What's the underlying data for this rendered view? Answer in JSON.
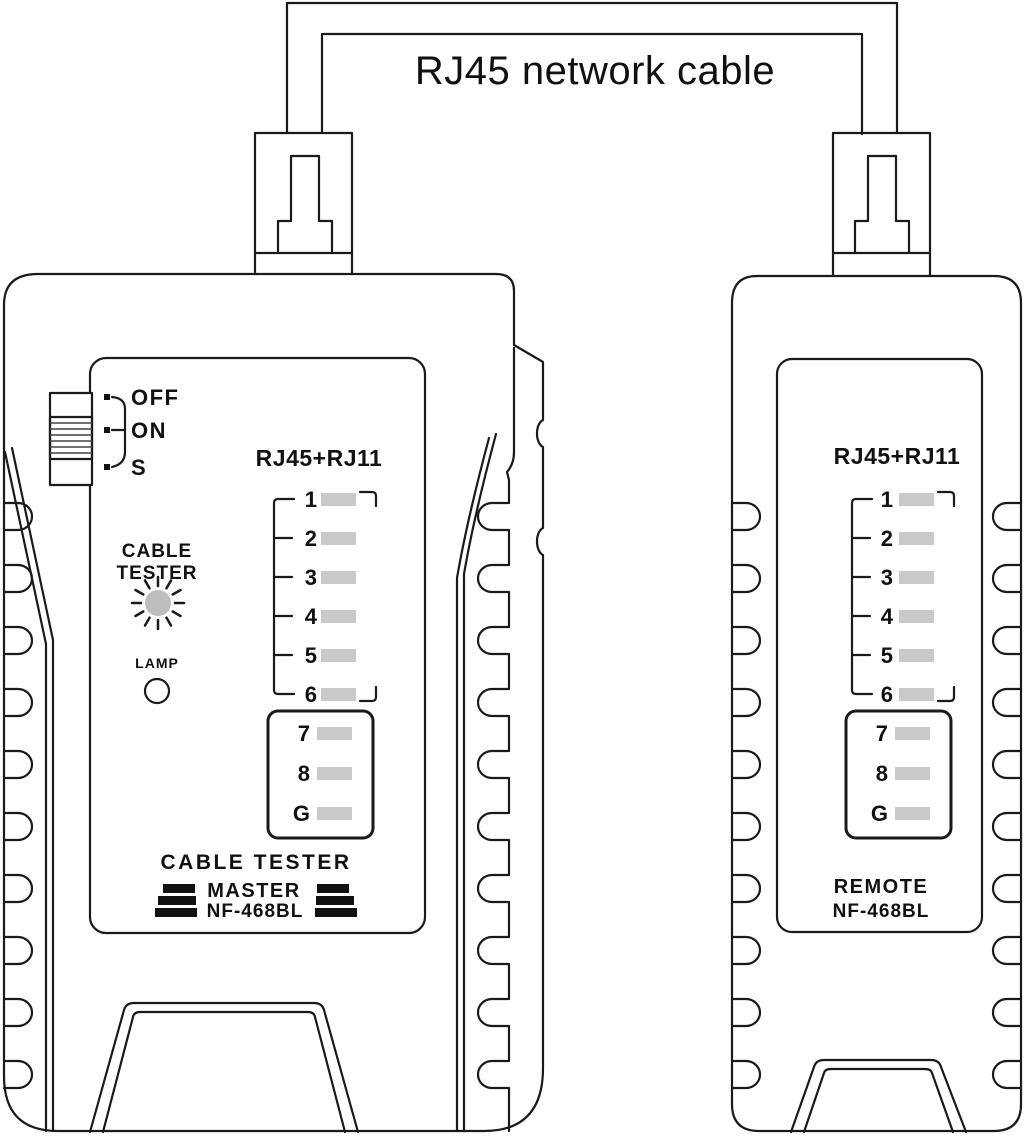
{
  "colors": {
    "led": "#c9c9c9",
    "lamp_burst": "#bdbdbd",
    "line": "#1a1a1a"
  },
  "cable": {
    "label": "RJ45 network cable"
  },
  "master": {
    "switch_positions": [
      "OFF",
      "ON",
      "S"
    ],
    "tester_label_line1": "CABLE",
    "tester_label_line2": "TESTER",
    "lamp_label": "LAMP",
    "port_label": "RJ45+RJ11",
    "pin_labels": [
      "1",
      "2",
      "3",
      "4",
      "5",
      "6"
    ],
    "aux_pin_labels": [
      "7",
      "8",
      "G"
    ],
    "footer_title": "CABLE TESTER",
    "role_label": "MASTER",
    "model_label": "NF-468BL"
  },
  "remote": {
    "port_label": "RJ45+RJ11",
    "pin_labels": [
      "1",
      "2",
      "3",
      "4",
      "5",
      "6"
    ],
    "aux_pin_labels": [
      "7",
      "8",
      "G"
    ],
    "role_label": "REMOTE",
    "model_label": "NF-468BL"
  }
}
